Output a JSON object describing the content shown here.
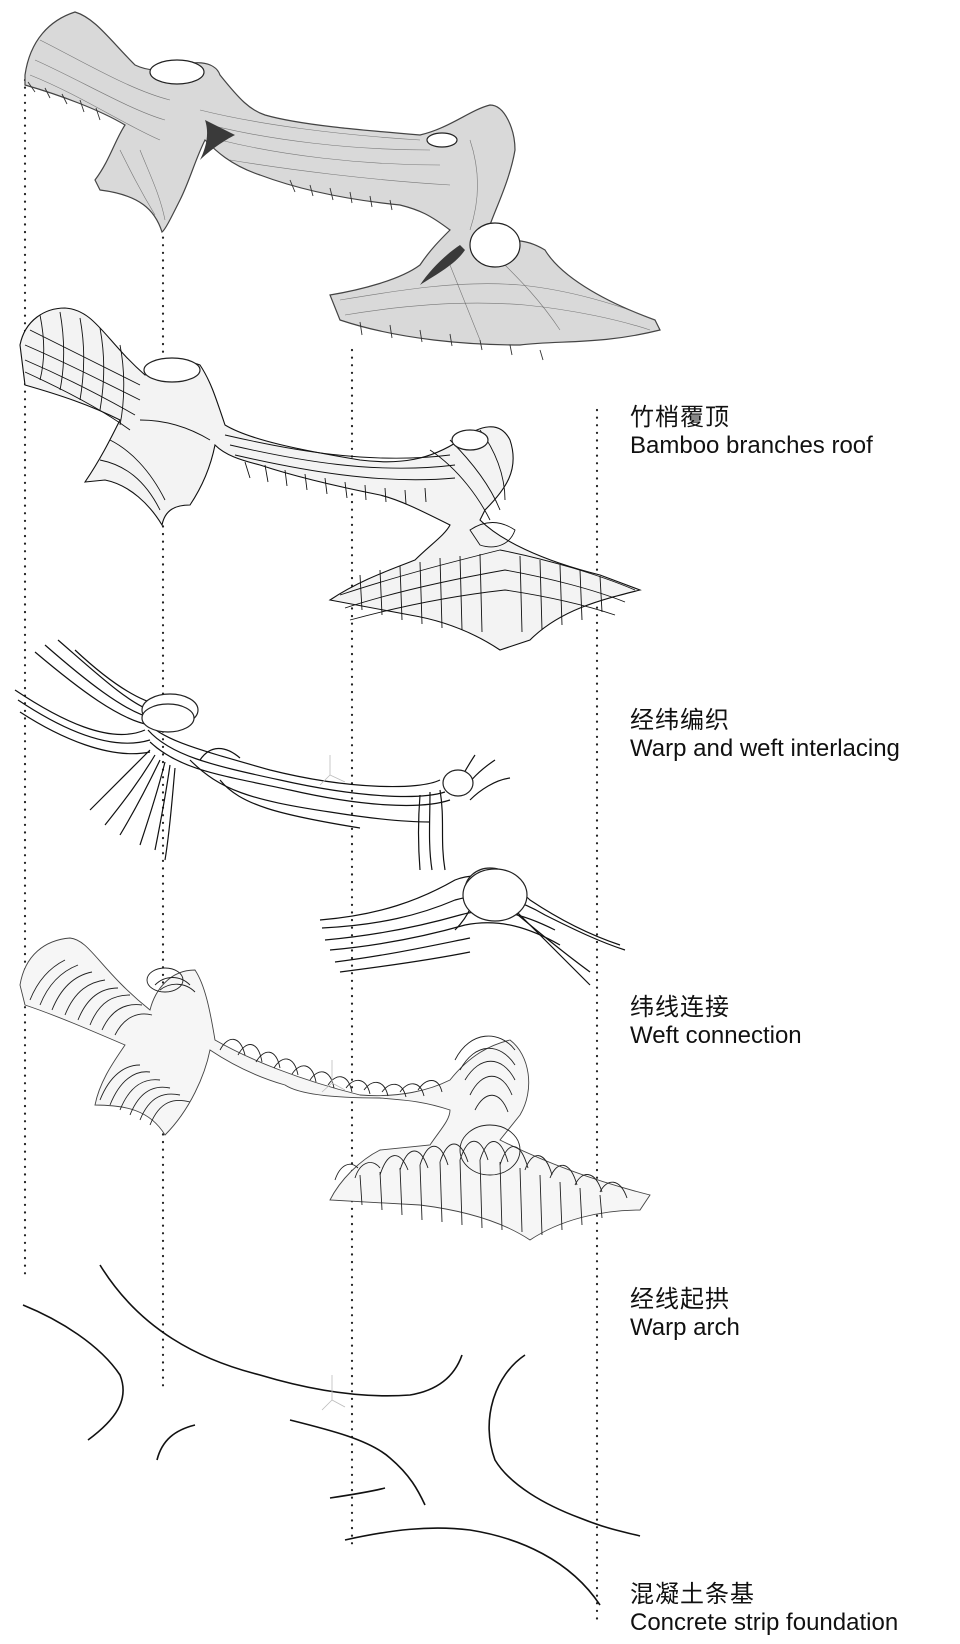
{
  "diagram": {
    "type": "exploded-axonometric",
    "layers": [
      {
        "id": "roof",
        "label_zh": "竹梢覆顶",
        "label_en": "Bamboo branches roof"
      },
      {
        "id": "interlacing",
        "label_zh": "经纬编织",
        "label_en": "Warp and weft interlacing"
      },
      {
        "id": "weft",
        "label_zh": "纬线连接",
        "label_en": "Weft connection"
      },
      {
        "id": "warp",
        "label_zh": "经线起拱",
        "label_en": "Warp arch"
      },
      {
        "id": "foundation",
        "label_zh": "混凝土条基",
        "label_en": "Concrete strip foundation"
      }
    ],
    "guide_lines": 4
  }
}
